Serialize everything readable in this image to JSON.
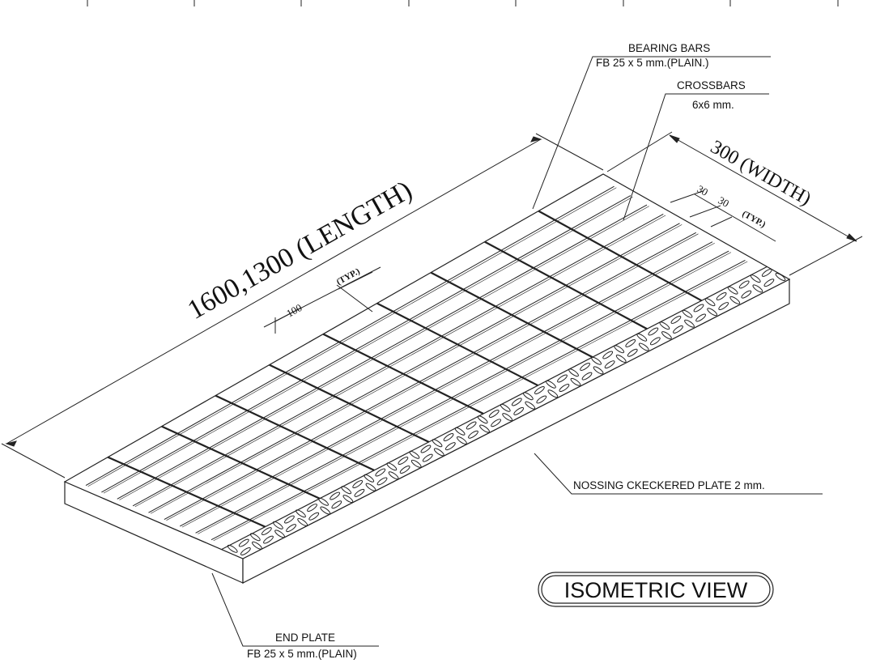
{
  "labels": {
    "bearing_bars_title": "BEARING BARS",
    "bearing_bars_spec": "FB   25  x  5   mm.(PLAIN.)",
    "crossbars_title": "CROSSBARS",
    "crossbars_spec": "6x6 mm.",
    "nosing": "NOSSING CKECKERED PLATE  2  mm.",
    "end_plate_title": "END PLATE",
    "end_plate_spec": "FB  25  x  5  mm.(PLAIN)",
    "view_title": "ISOMETRIC VIEW"
  },
  "dimensions": {
    "length": "1600,1300  (LENGTH)",
    "width": "300 (WIDTH)",
    "crossbar_pitch": "100",
    "crossbar_pitch_note": "(TYP.)",
    "bar_pitch_1": "30",
    "bar_pitch_2": "30",
    "bar_pitch_note": "(TYP.)"
  },
  "grating": {
    "bearing_bar_count": 9,
    "crossbar_count": 9
  }
}
